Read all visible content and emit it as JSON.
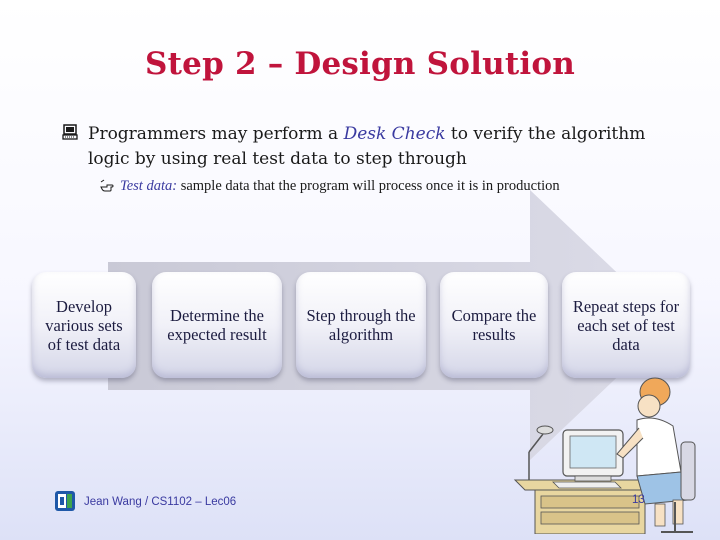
{
  "slide": {
    "title": "Step 2 – Design Solution",
    "bullet_main": {
      "prefix": "Programmers may perform a ",
      "emphasis": "Desk Check",
      "suffix": "  to verify the algorithm logic by using real test data to step through"
    },
    "bullet_sub": {
      "label": "Test data:",
      "text": " sample data that the program will process once it is in production"
    },
    "steps": [
      "Develop various sets of test data",
      "Determine the expected result",
      "Step through the algorithm",
      "Compare the results",
      "Repeat steps for each set of test data"
    ],
    "footer": {
      "text": "Jean Wang / CS1102 – Lec06",
      "page_number": "13"
    },
    "icons": {
      "bullet_main": "monitor-icon",
      "bullet_sub": "pointing-hand-icon",
      "logo": "university-logo-icon",
      "illustration": "person-at-computer-icon"
    },
    "colors": {
      "title": "#c0143c",
      "accent": "#3a3aa0",
      "arrow": "#d2d2e0"
    }
  }
}
